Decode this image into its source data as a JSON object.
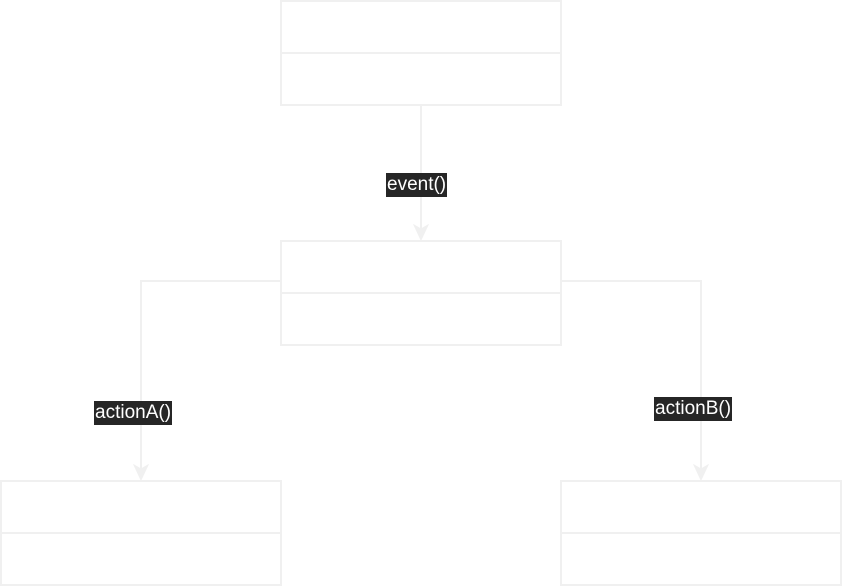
{
  "diagram": {
    "boxes": [
      {
        "id": "top",
        "header": "",
        "body": ""
      },
      {
        "id": "middle",
        "header": "",
        "body": ""
      },
      {
        "id": "left",
        "header": "",
        "body": ""
      },
      {
        "id": "right",
        "header": "",
        "body": ""
      }
    ],
    "edges": [
      {
        "from": "top",
        "to": "middle",
        "label": "event()"
      },
      {
        "from": "middle",
        "to": "left",
        "label": "actionA()"
      },
      {
        "from": "middle",
        "to": "right",
        "label": "actionB()"
      }
    ]
  },
  "colors": {
    "line": "#f0f0f0",
    "label_background": "#262626",
    "label_text": "#ffffff"
  }
}
